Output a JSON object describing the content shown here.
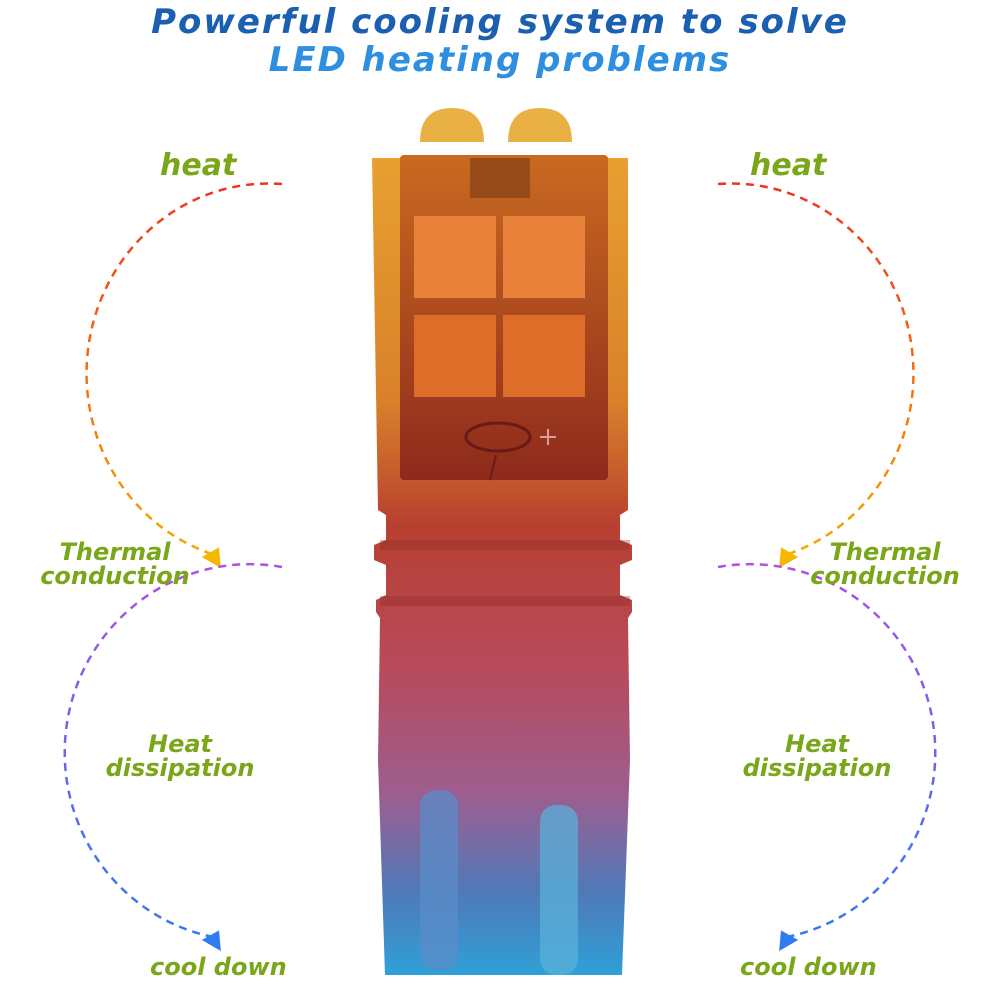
{
  "title": {
    "line1": "Powerful cooling system to solve",
    "line2": "LED heating problems"
  },
  "labels": {
    "heat": "heat",
    "thermal_line1": "Thermal",
    "thermal_line2": "conduction",
    "dissipation_line1": "Heat",
    "dissipation_line2": "dissipation",
    "cool_down": "cool down"
  },
  "colors": {
    "title_dark": "#1a5fb0",
    "title_light": "#2e8fe0",
    "label_green": "#7aa619",
    "heat_arc_start": "#ee3322",
    "heat_arc_end": "#f5a800",
    "cool_arc_start": "#b04ee8",
    "cool_arc_end": "#2f7cf0",
    "bulb_top": "#e8a030",
    "bulb_mid": "#b84a5a",
    "bulb_bottom": "#2fa0d8",
    "chip": "#e8823a"
  },
  "icons": [
    "arrowhead-down-icon",
    "led-chip-icon"
  ]
}
